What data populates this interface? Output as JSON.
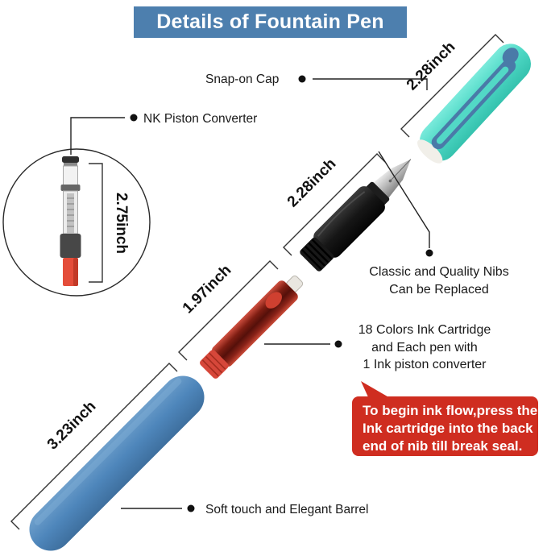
{
  "title": "Details of Fountain Pen",
  "colors": {
    "title_bg": "#4d7fae",
    "cap_teal": "#4fd9c6",
    "clip_blue": "#4a7aa8",
    "barrel_blue": "#4e86bb",
    "cartridge_red": "#a02016",
    "converter_red": "#e44d3a",
    "note_bg": "#cf2d20",
    "text_black": "#1a1a1a"
  },
  "callouts": {
    "snap_on_cap": "Snap-on Cap",
    "nk_piston_converter": "NK Piston Converter",
    "nibs_line1": "Classic and Quality Nibs",
    "nibs_line2": "Can be Replaced",
    "cartridge_line1": "18 Colors Ink Cartridge",
    "cartridge_line2": "and Each pen with",
    "cartridge_line3": "1 Ink piston converter",
    "barrel": "Soft touch and Elegant Barrel"
  },
  "measurements": {
    "cap": "2.28inch",
    "nib_section": "2.28inch",
    "ink_cartridge": "1.97inch",
    "barrel": "3.23inch",
    "converter": "2.75inch"
  },
  "note": {
    "line1": "To begin ink flow,press the",
    "line2": "Ink cartridge into the back",
    "line3": "end of nib till break seal."
  }
}
